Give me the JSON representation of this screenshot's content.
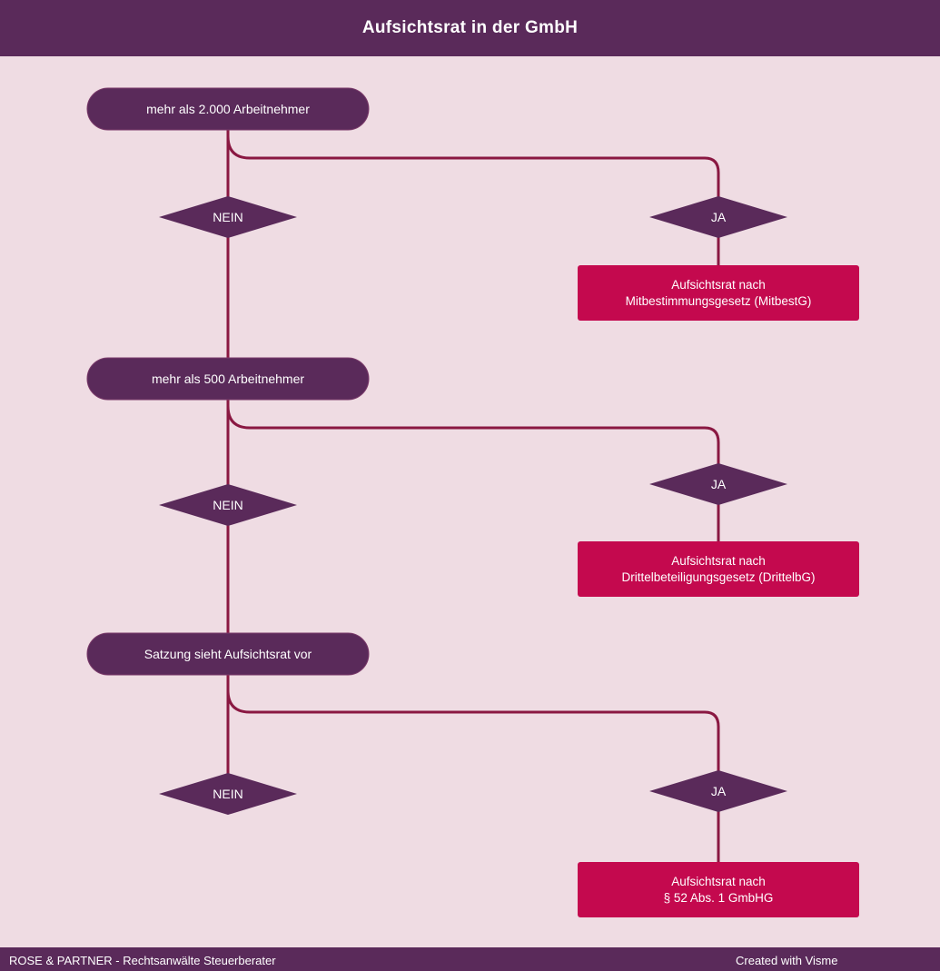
{
  "title": "Aufsichtsrat in der GmbH",
  "colors": {
    "background": "#efdce3",
    "header": "#5a2a5a",
    "node": "#5a2a5a",
    "result": "#c4094e",
    "connector": "#8a1842"
  },
  "steps": [
    {
      "question": "mehr  als 2.000 Arbeitnehmer",
      "no_label": "NEIN",
      "yes_label": "JA",
      "result_lines": [
        "Aufsichtsrat nach",
        "Mitbestimmungsgesetz (MitbestG)"
      ]
    },
    {
      "question": "mehr als 500 Arbeitnehmer",
      "no_label": "NEIN",
      "yes_label": "JA",
      "result_lines": [
        "Aufsichtsrat nach",
        "Drittelbeteiligungsgesetz (DrittelbG)"
      ]
    },
    {
      "question": "Satzung sieht Aufsichtsrat vor",
      "no_label": "NEIN",
      "yes_label": "JA",
      "result_lines": [
        "Aufsichtsrat nach",
        "§ 52 Abs. 1 GmbHG"
      ]
    }
  ],
  "footer": {
    "left": "ROSE & PARTNER - Rechtsanwälte Steuerberater",
    "right": "Created with Visme"
  }
}
